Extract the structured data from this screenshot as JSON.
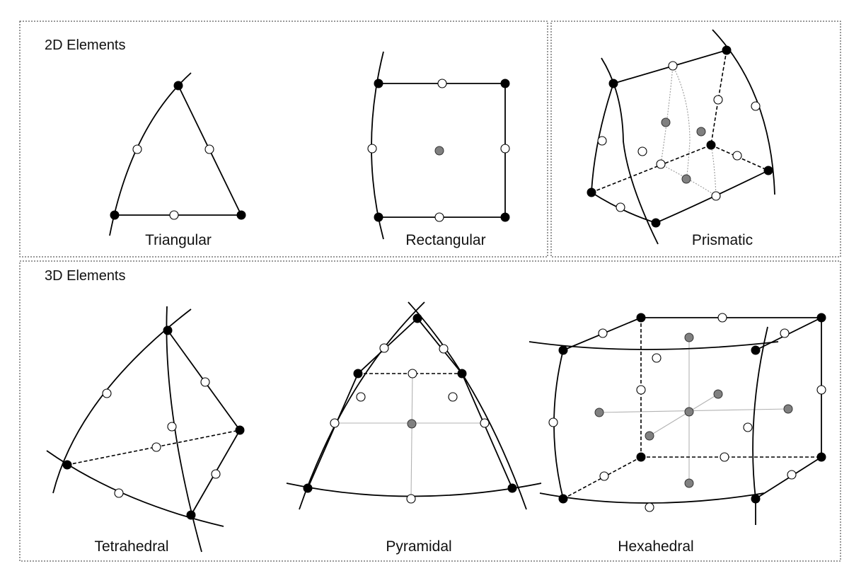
{
  "sections": {
    "two_d": "2D Elements",
    "three_d": "3D Elements"
  },
  "labels": {
    "triangular": "Triangular",
    "rectangular": "Rectangular",
    "prismatic": "Prismatic",
    "tetrahedral": "Tetrahedral",
    "pyramidal": "Pyramidal",
    "hexahedral": "Hexahedral"
  },
  "legend_colors": {
    "corner_node": "#000000",
    "midside_node": "#ffffff",
    "interior_node": "#808080"
  }
}
